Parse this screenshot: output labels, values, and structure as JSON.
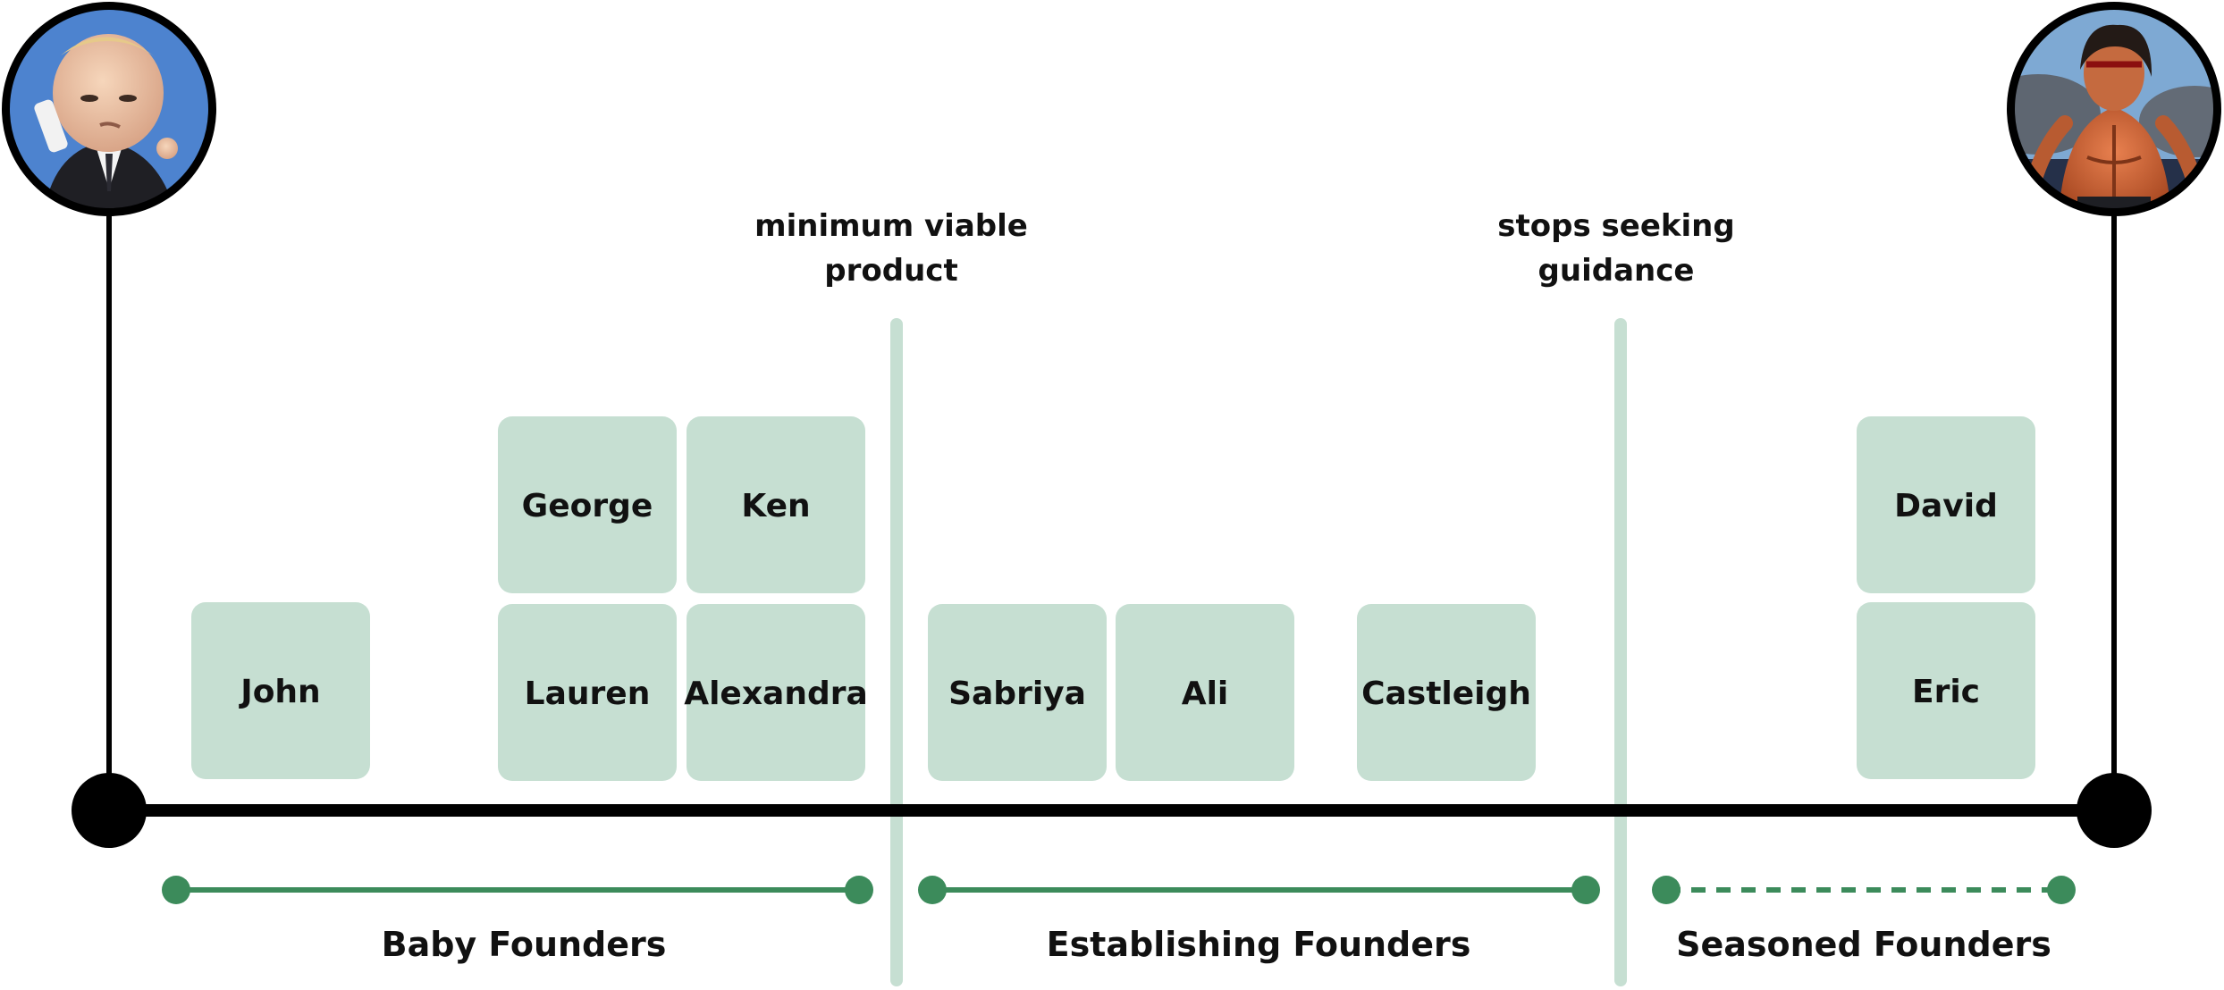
{
  "founders": {
    "john": "John",
    "george": "George",
    "ken": "Ken",
    "lauren": "Lauren",
    "alexandra": "Alexandra",
    "sabriya": "Sabriya",
    "ali": "Ali",
    "castleigh": "Castleigh",
    "david": "David",
    "eric": "Eric"
  },
  "milestones": {
    "mvp": {
      "line1": "minimum viable",
      "line2": "product"
    },
    "guidance": {
      "line1": "stops seeking",
      "line2": "guidance"
    }
  },
  "stages": {
    "baby": "Baby Founders",
    "establishing": "Establishing Founders",
    "seasoned": "Seasoned Founders"
  },
  "images": {
    "start": "boss-baby-avatar",
    "end": "muscular-warrior-avatar"
  },
  "colors": {
    "card_fill": "#c6dfd2",
    "divider": "#c6dfd2",
    "stage_line": "#3c8b5b",
    "timeline": "#000000"
  }
}
